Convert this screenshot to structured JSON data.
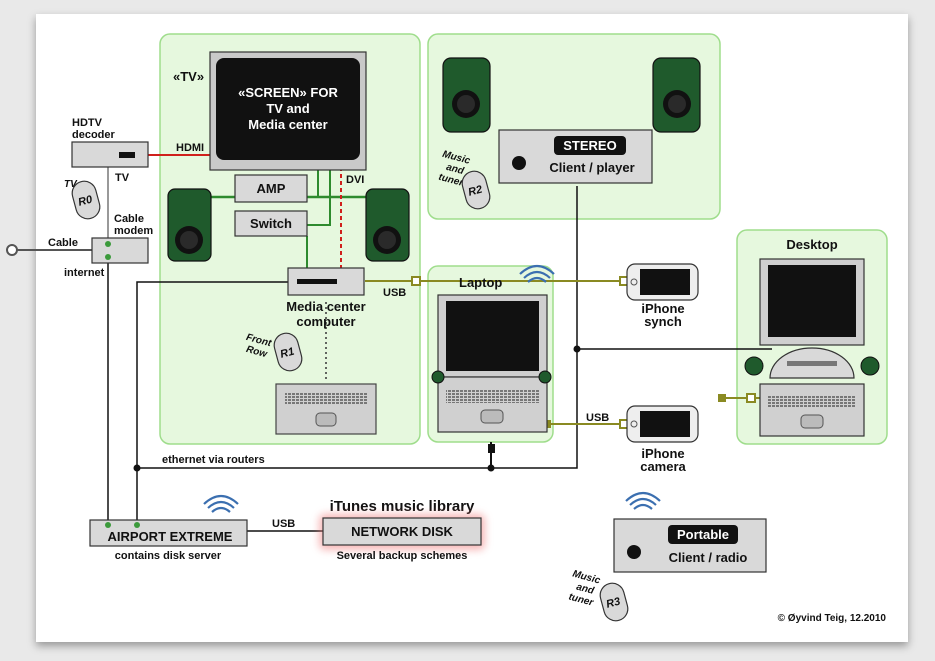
{
  "labels": {
    "tv": "«TV»",
    "screen_l1": "«SCREEN» FOR",
    "screen_l2": "TV and",
    "screen_l3": "Media center",
    "hdtv_l1": "HDTV",
    "hdtv_l2": "decoder",
    "hdmi": "HDMI",
    "tv_port": "TV",
    "cable_modem_l1": "Cable",
    "cable_modem_l2": "modem",
    "cable": "Cable",
    "internet": "internet",
    "amp": "AMP",
    "switch": "Switch",
    "dvi": "DVI",
    "media_center_l1": "Media center",
    "media_center_l2": "computer",
    "usb_media": "USB",
    "front_row_l1": "Front",
    "front_row_l2": "Row",
    "r0_tag": "TV",
    "r0": "R0",
    "r1": "R1",
    "r2": "R2",
    "r3": "R3",
    "stereo": "STEREO",
    "stereo_sub": "Client / player",
    "music_tuner_l1": "Music",
    "music_tuner_l2": "and",
    "music_tuner_l3": "tuner",
    "laptop": "Laptop",
    "iphone_synch_l1": "iPhone",
    "iphone_synch_l2": "synch",
    "desktop": "Desktop",
    "usb_laptop": "USB",
    "iphone_camera_l1": "iPhone",
    "iphone_camera_l2": "camera",
    "ethernet": "ethernet via routers",
    "itunes": "iTunes music library",
    "airport": "AIRPORT EXTREME",
    "airport_sub": "contains disk server",
    "usb_disk": "USB",
    "network_disk": "NETWORK DISK",
    "backup": "Several backup schemes",
    "portable": "Portable",
    "portable_sub": "Client / radio",
    "copyright": "© Øyvind Teig, 12.2010"
  },
  "colors": {
    "zone_fill": "#e6f8de",
    "zone_stroke": "#9fdd8c",
    "device": "#d9d9d9",
    "speaker": "#1f5a2c",
    "hdmi_line": "#d0201c",
    "dvi_line": "#d0201c",
    "audio_line": "#2e8b2e",
    "usb_line": "#8a8a22",
    "net_line": "#111111",
    "disk_glow": "#f08080",
    "wifi": "#3b6fb0"
  }
}
